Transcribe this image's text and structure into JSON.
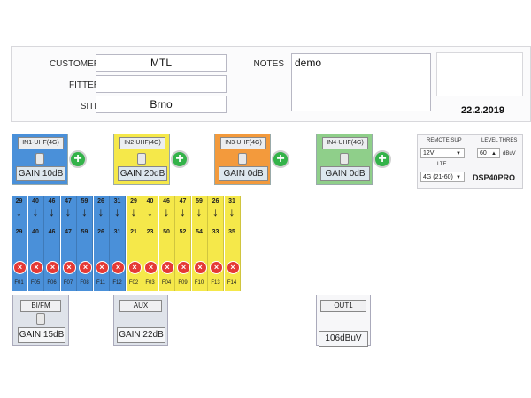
{
  "header": {
    "customer_label": "CUSTOMER",
    "customer_value": "MTL",
    "fitter_label": "FITTER",
    "fitter_value": "",
    "site_label": "SITE",
    "site_value": "Brno",
    "notes_label": "NOTES",
    "notes_value": "demo",
    "date": "22.2.2019"
  },
  "inputs": [
    {
      "title": "IN1-UHF(4G)",
      "gain": "GAIN 10dB",
      "color": "#4a90d9"
    },
    {
      "title": "IN2-UHF(4G)",
      "gain": "GAIN 20dB",
      "color": "#f5e84a"
    },
    {
      "title": "IN3-UHF(4G)",
      "gain": "GAIN 0dB",
      "color": "#f39a3c"
    },
    {
      "title": "IN4-UHF(4G)",
      "gain": "GAIN 0dB",
      "color": "#8fcf8a"
    }
  ],
  "controls": {
    "remote_sup_label": "REMOTE SUP",
    "remote_sup_value": "12V",
    "level_thres_label": "LEVEL THRES",
    "level_thres_value": "60",
    "level_unit": "dBuV",
    "lte_label": "LTE",
    "lte_value": "4G (21-60)",
    "model": "DSP40PRO"
  },
  "filters": [
    {
      "name": "F01",
      "in": "29",
      "out": "29",
      "color": "#4a90d9"
    },
    {
      "name": "F05",
      "in": "40",
      "out": "40",
      "color": "#4a90d9"
    },
    {
      "name": "F06",
      "in": "46",
      "out": "46",
      "color": "#4a90d9"
    },
    {
      "name": "F07",
      "in": "47",
      "out": "47",
      "color": "#4a90d9"
    },
    {
      "name": "F08",
      "in": "59",
      "out": "59",
      "color": "#4a90d9"
    },
    {
      "name": "F11",
      "in": "26",
      "out": "26",
      "color": "#4a90d9"
    },
    {
      "name": "F12",
      "in": "31",
      "out": "31",
      "color": "#4a90d9"
    },
    {
      "name": "F02",
      "in": "29",
      "out": "21",
      "color": "#f5e84a"
    },
    {
      "name": "F03",
      "in": "40",
      "out": "23",
      "color": "#f5e84a"
    },
    {
      "name": "F04",
      "in": "46",
      "out": "50",
      "color": "#f5e84a"
    },
    {
      "name": "F09",
      "in": "47",
      "out": "52",
      "color": "#f5e84a"
    },
    {
      "name": "F10",
      "in": "59",
      "out": "54",
      "color": "#f5e84a"
    },
    {
      "name": "F13",
      "in": "26",
      "out": "33",
      "color": "#f5e84a"
    },
    {
      "name": "F14",
      "in": "31",
      "out": "35",
      "color": "#f5e84a"
    }
  ],
  "outputs": {
    "bi_fm_title": "BI/FM",
    "bi_fm_gain": "GAIN 15dB",
    "aux_title": "AUX",
    "aux_gain": "GAIN 22dB",
    "out1_title": "OUT1",
    "out1_level": "106dBuV"
  },
  "icons": {
    "plus": "plus-icon",
    "remove": "close-icon",
    "arrow": "arrow-down-icon",
    "toggle": "toggle-switch-icon"
  }
}
